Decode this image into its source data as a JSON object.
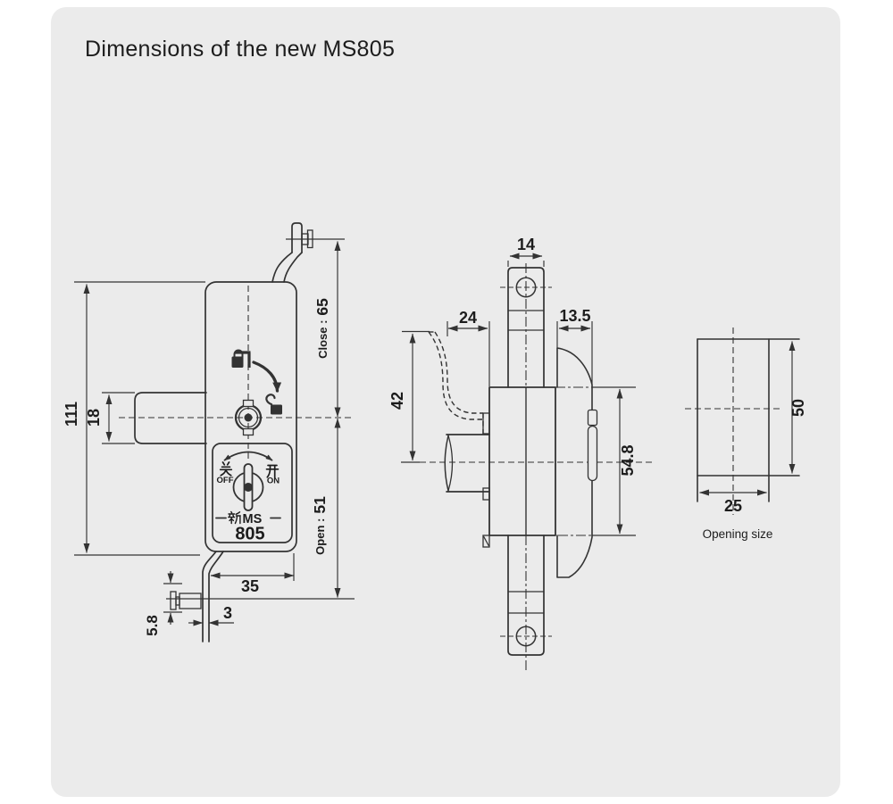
{
  "page": {
    "bg": "#ffffff",
    "panel_bg": "#ebebeb",
    "line_color": "#333333",
    "text_color": "#1c1c1c"
  },
  "title": "Dimensions of the new MS805",
  "front": {
    "dim_overall": "111",
    "dim_cylinder_height": "18",
    "dim_close_label": "Close :",
    "dim_close_value": "65",
    "dim_open_label": "Open :",
    "dim_open_value": "51",
    "dim_body_width": "35",
    "dim_arm_thickness": "3",
    "dim_latch_height": "5.8",
    "face": {
      "off_cn": "关",
      "off_en": "OFF",
      "on_cn": "开",
      "on_en": "ON",
      "brand_full": "—新MS—",
      "brand_cn": "新",
      "brand_ms": "MS",
      "model": "805"
    }
  },
  "side": {
    "dim_bolt_width": "14",
    "dim_depth": "24",
    "dim_cam_width": "13.5",
    "dim_arm_reach": "42",
    "dim_body_height": "54.8"
  },
  "opening": {
    "dim_height": "50",
    "dim_width": "25",
    "caption": "Opening size"
  }
}
